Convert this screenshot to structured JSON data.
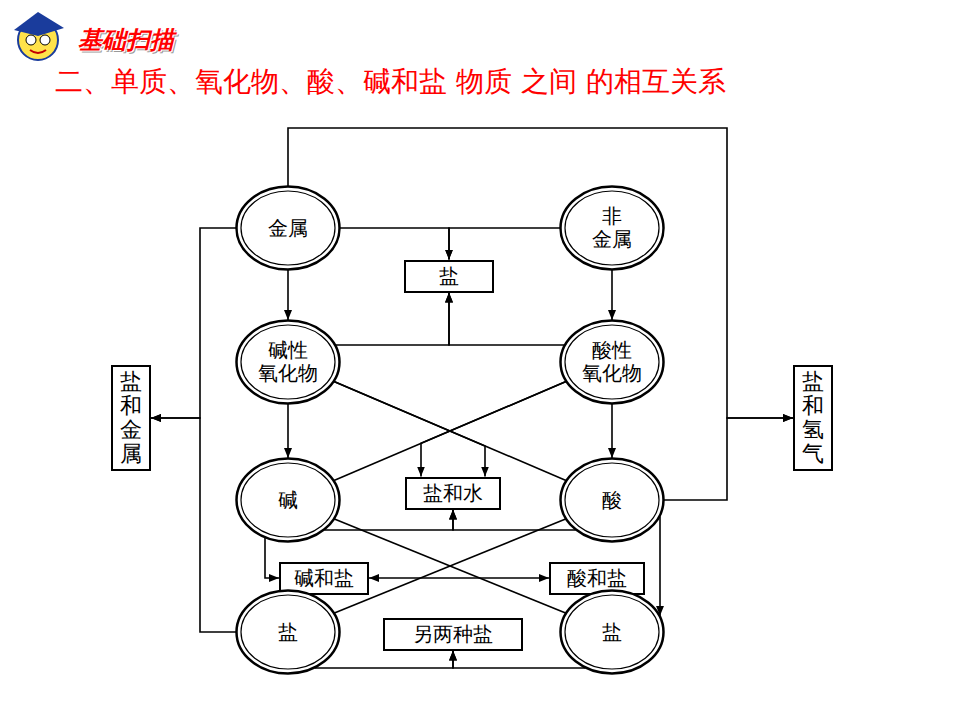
{
  "diagram": {
    "title": "二、单质、氧化物、酸、碱和盐 物质 之间 的相互关系",
    "nodes": [
      {
        "text": [
          "金属"
        ]
      },
      {
        "text": [
          "非 金属"
        ]
      },
      {
        "text": [
          "盐"
        ]
      },
      {
        "text": [
          "碱性 氧化物"
        ]
      },
      {
        "text": [
          "酸性 氧化物"
        ]
      },
      {
        "text": [
          "盐和金属"
        ]
      },
      {
        "text": [
          "盐和氢气"
        ]
      },
      {
        "text": [
          "碱"
        ]
      },
      {
        "text": [
          "盐和水"
        ]
      },
      {
        "text": [
          "酸"
        ]
      },
      {
        "text": [
          "碱和盐"
        ]
      },
      {
        "text": [
          "酸和盐"
        ]
      },
      {
        "text": [
          "盐"
        ]
      },
      {
        "text": [
          "另两种盐"
        ]
      },
      {
        "text": [
          "盐"
        ]
      }
    ],
    "edges": [
      {
        "from": 0,
        "to": 2,
        "arrow": "to"
      },
      {
        "from": 1,
        "to": 2,
        "arrow": "to"
      },
      {
        "from": 0,
        "to": 3,
        "arrow": "to"
      },
      {
        "from": 1,
        "to": 4,
        "arrow": "to"
      },
      {
        "from": 3,
        "to": 2,
        "arrow": "to"
      },
      {
        "from": 4,
        "to": 2,
        "arrow": "to"
      },
      {
        "from": 3,
        "to": 7,
        "arrow": "to"
      },
      {
        "from": 4,
        "to": 9,
        "arrow": "to"
      },
      {
        "from": 3,
        "to": 9,
        "arrow": "none"
      },
      {
        "from": 4,
        "to": 7,
        "arrow": "none"
      },
      {
        "from": 3,
        "to": 8,
        "arrow": "to"
      },
      {
        "from": 4,
        "to": 8,
        "arrow": "to"
      },
      {
        "from": 7,
        "to": 8,
        "arrow": "to"
      },
      {
        "from": 9,
        "to": 8,
        "arrow": "to"
      },
      {
        "from": 0,
        "to": 6,
        "arrow": "to"
      },
      {
        "from": 9,
        "to": 6,
        "arrow": "to"
      },
      {
        "from": 0,
        "to": 5,
        "arrow": "to"
      },
      {
        "from": 12,
        "to": 5,
        "arrow": "to"
      },
      {
        "from": 7,
        "to": 10,
        "arrow": "to"
      },
      {
        "from": 9,
        "to": 14,
        "arrow": "to"
      },
      {
        "from": 7,
        "to": 14,
        "arrow": "none"
      },
      {
        "from": 9,
        "to": 12,
        "arrow": "none"
      },
      {
        "from": 10,
        "to": 11,
        "arrow": "both"
      },
      {
        "from": 12,
        "to": 13,
        "arrow": "to"
      },
      {
        "from": 14,
        "to": 13,
        "arrow": "to"
      }
    ],
    "labels": [
      "基础扫描"
    ]
  }
}
